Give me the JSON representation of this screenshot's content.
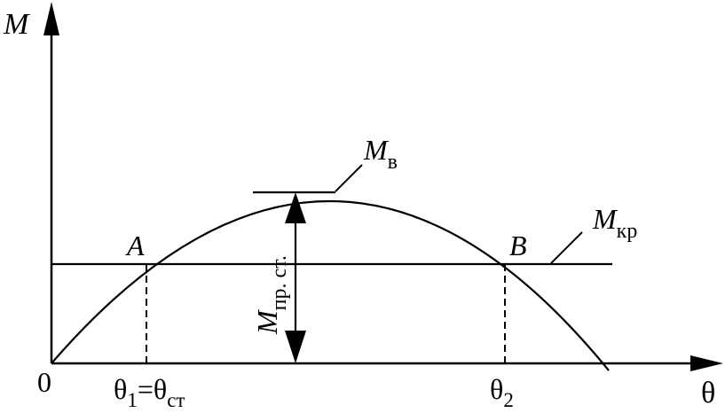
{
  "axes": {
    "y_label": "M",
    "x_label": "θ",
    "origin_label": "0"
  },
  "curves": {
    "motor_curve": {
      "symbol": "M",
      "subscript": "в"
    },
    "load_line": {
      "symbol": "M",
      "subscript": "кр"
    }
  },
  "points": {
    "a": "A",
    "b": "B"
  },
  "ticks": {
    "theta1": {
      "symbol": "θ",
      "sub1": "1",
      "eq": "=θ",
      "sub2": "ст"
    },
    "theta2": {
      "symbol": "θ",
      "sub": "2"
    }
  },
  "margin_label": {
    "symbol": "M",
    "subscript": "пр. ст."
  },
  "colors": {
    "ink": "#000000",
    "background": "#ffffff"
  }
}
